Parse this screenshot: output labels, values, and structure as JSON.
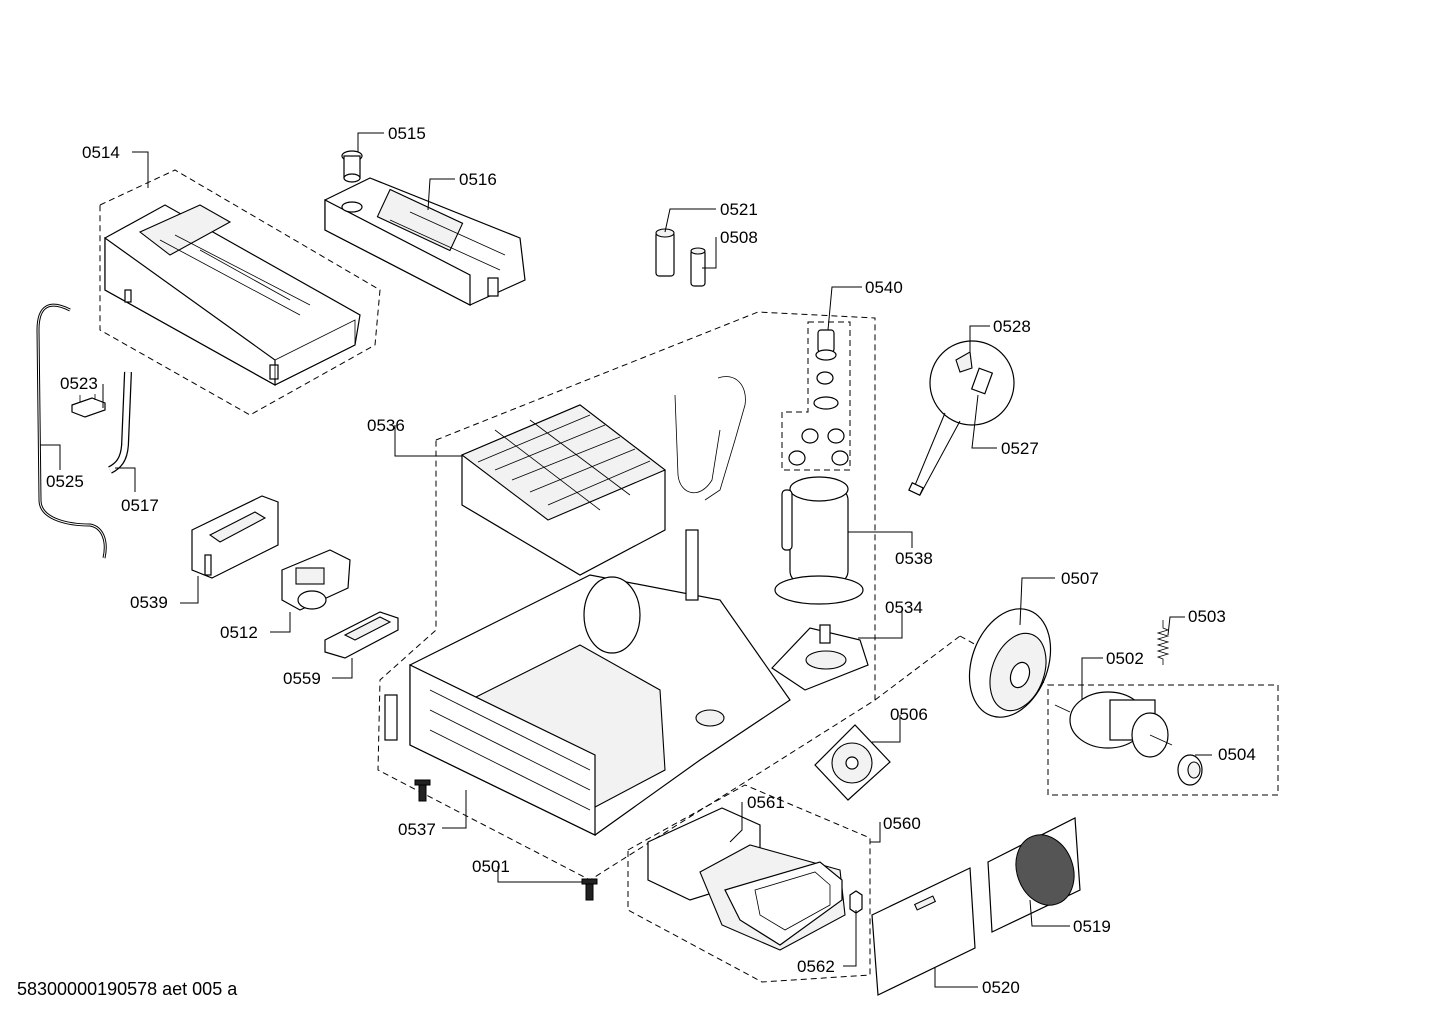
{
  "document": {
    "id_text": "58300000190578 aet 005 a"
  },
  "parts": [
    {
      "key": "0501",
      "label": "0501"
    },
    {
      "key": "0502",
      "label": "0502"
    },
    {
      "key": "0503",
      "label": "0503"
    },
    {
      "key": "0504",
      "label": "0504"
    },
    {
      "key": "0506",
      "label": "0506"
    },
    {
      "key": "0507",
      "label": "0507"
    },
    {
      "key": "0508",
      "label": "0508"
    },
    {
      "key": "0512",
      "label": "0512"
    },
    {
      "key": "0514",
      "label": "0514"
    },
    {
      "key": "0515",
      "label": "0515"
    },
    {
      "key": "0516",
      "label": "0516"
    },
    {
      "key": "0517",
      "label": "0517"
    },
    {
      "key": "0519",
      "label": "0519"
    },
    {
      "key": "0520",
      "label": "0520"
    },
    {
      "key": "0521",
      "label": "0521"
    },
    {
      "key": "0523",
      "label": "0523"
    },
    {
      "key": "0525",
      "label": "0525"
    },
    {
      "key": "0527",
      "label": "0527"
    },
    {
      "key": "0528",
      "label": "0528"
    },
    {
      "key": "0534",
      "label": "0534"
    },
    {
      "key": "0536",
      "label": "0536"
    },
    {
      "key": "0537",
      "label": "0537"
    },
    {
      "key": "0538",
      "label": "0538"
    },
    {
      "key": "0539",
      "label": "0539"
    },
    {
      "key": "0540",
      "label": "0540"
    },
    {
      "key": "0559",
      "label": "0559"
    },
    {
      "key": "0560",
      "label": "0560"
    },
    {
      "key": "0561",
      "label": "0561"
    },
    {
      "key": "0562",
      "label": "0562"
    }
  ]
}
